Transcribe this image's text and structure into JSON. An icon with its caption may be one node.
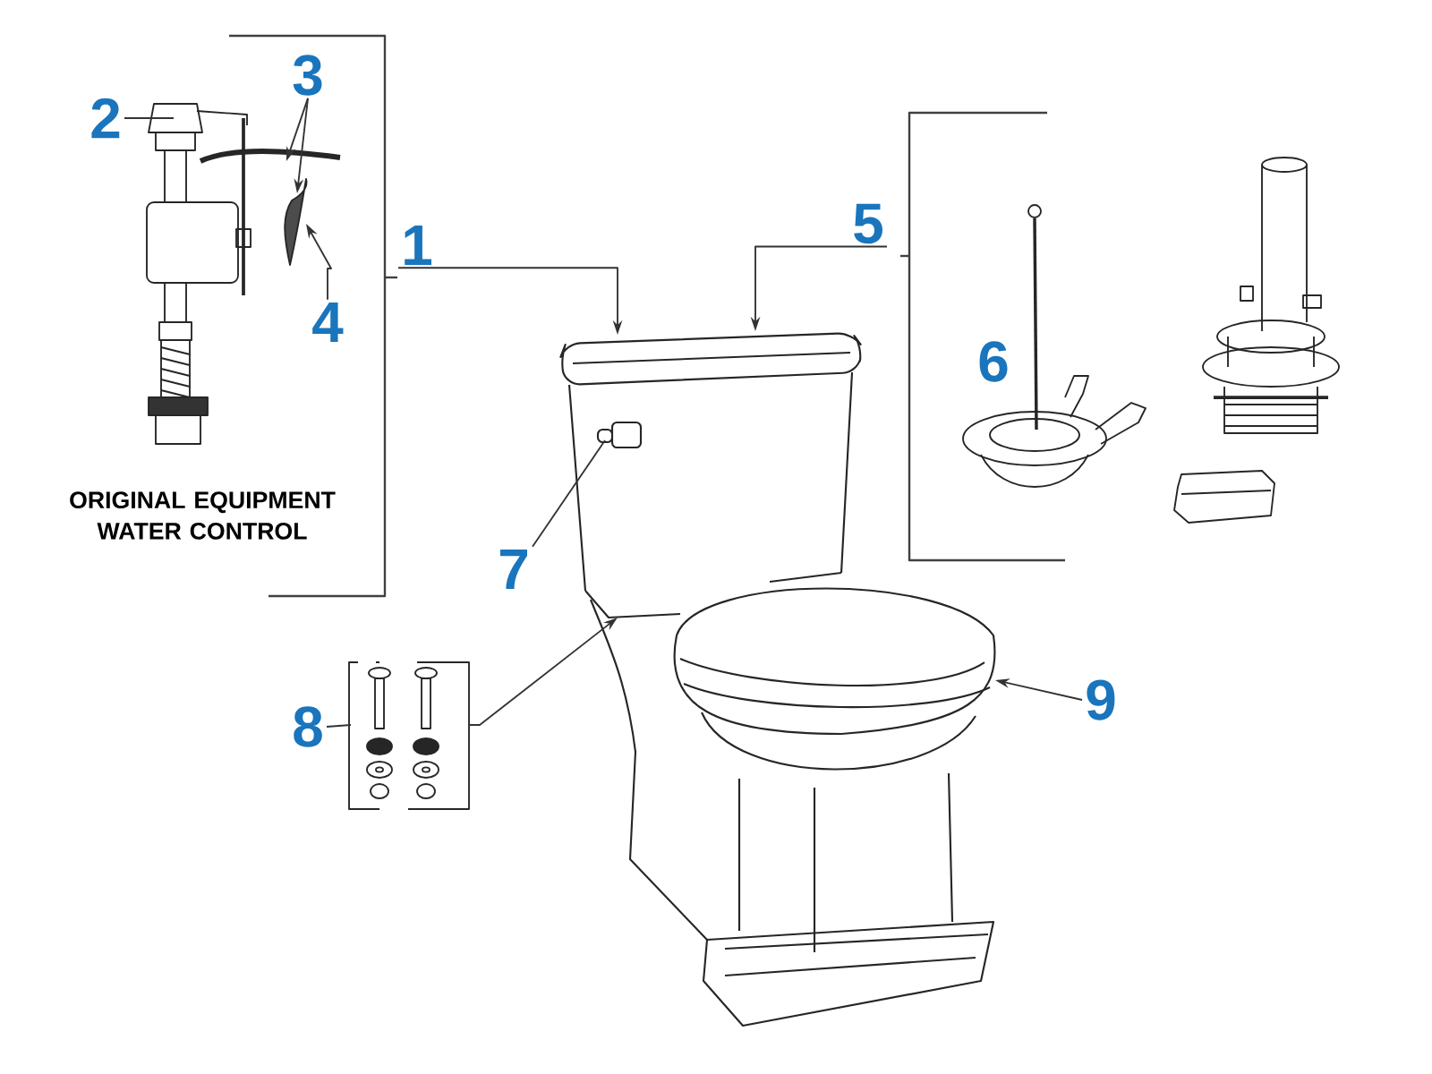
{
  "diagram": {
    "nodes": [
      {
        "text": [
          "1"
        ]
      },
      {
        "text": [
          "2"
        ]
      },
      {
        "text": [
          "3"
        ]
      },
      {
        "text": [
          "4"
        ]
      },
      {
        "text": [
          "5"
        ]
      },
      {
        "text": [
          "7"
        ]
      },
      {
        "text": [
          "8"
        ]
      },
      {
        "text": [
          "9"
        ]
      }
    ],
    "edges": [
      {
        "from": 0,
        "to": null,
        "arrow": "to"
      },
      {
        "from": 1,
        "to": null,
        "arrow": "none"
      },
      {
        "from": 2,
        "to": null,
        "arrow": "to"
      },
      {
        "from": 2,
        "to": null,
        "arrow": "to"
      },
      {
        "from": 3,
        "to": null,
        "arrow": "to"
      },
      {
        "from": 4,
        "to": null,
        "arrow": "to"
      },
      {
        "from": 5,
        "to": null,
        "arrow": "none"
      },
      {
        "from": 6,
        "to": null,
        "arrow": "to"
      },
      {
        "from": 7,
        "to": null,
        "arrow": "to"
      }
    ],
    "labels": [
      "ORIGINAL EQUIPMENT WATER CONTROL",
      "6"
    ]
  }
}
